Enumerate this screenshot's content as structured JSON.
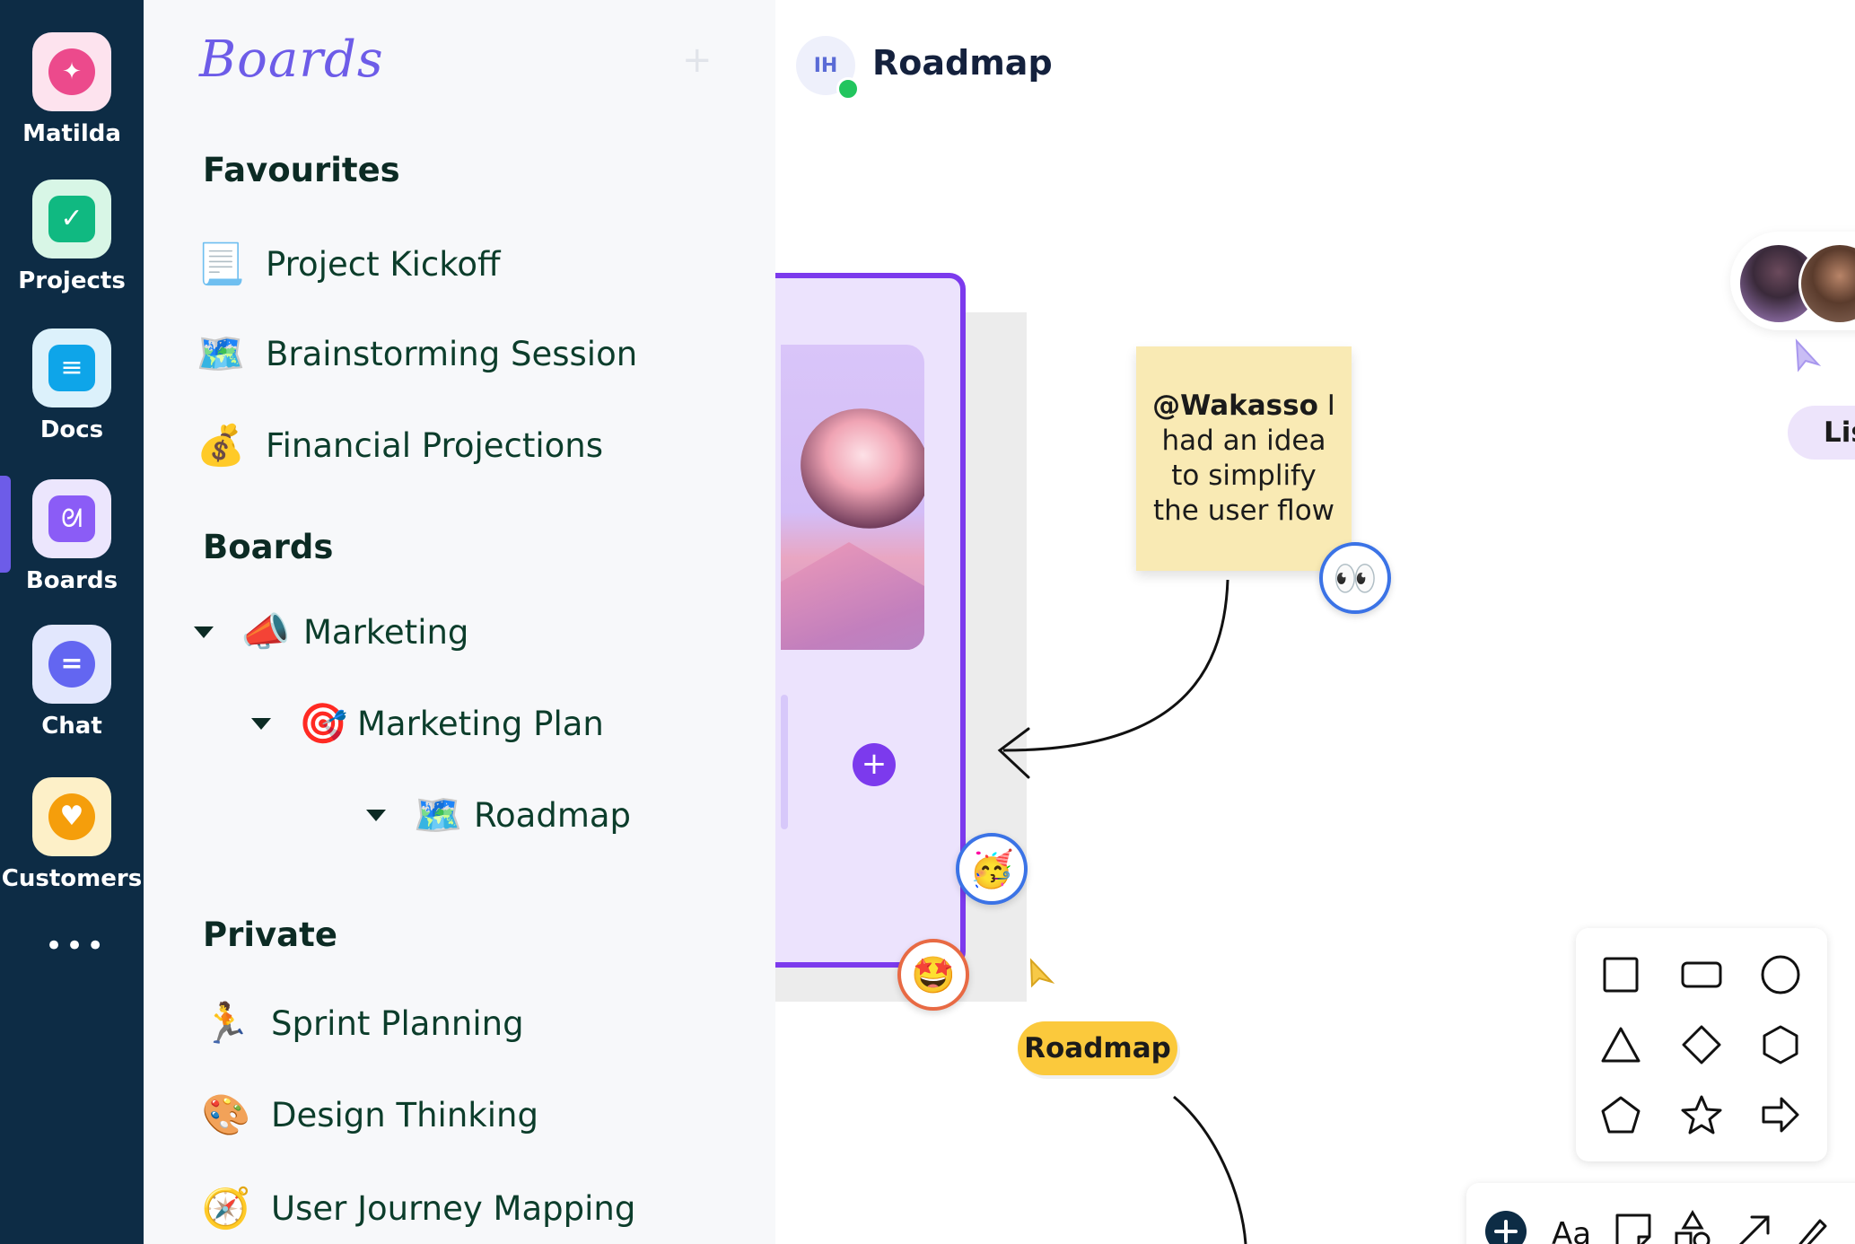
{
  "rail": {
    "items": [
      {
        "label": "Matilda",
        "tile": "#fde3ee",
        "dot": "#ec4a8c",
        "icon": "sparkles-icon",
        "glyph": "✦"
      },
      {
        "label": "Projects",
        "tile": "#d8f6e6",
        "dot": "#10b981",
        "icon": "checkmark-icon",
        "glyph": "✓"
      },
      {
        "label": "Docs",
        "tile": "#dcf1fb",
        "dot": "#0ea5e9",
        "icon": "doc-lines-icon",
        "glyph": "≡"
      },
      {
        "label": "Boards",
        "tile": "#ece6fd",
        "dot": "#8b5cf6",
        "icon": "boards-scribble-icon",
        "glyph": "ᘛ"
      },
      {
        "label": "Chat",
        "tile": "#e2e7fd",
        "dot": "#6366f1",
        "icon": "chat-bubble-icon",
        "glyph": "="
      },
      {
        "label": "Customers",
        "tile": "#fdf0c8",
        "dot": "#f59e0b",
        "icon": "heart-icon",
        "glyph": "♥"
      }
    ],
    "more": "•••"
  },
  "sidebar": {
    "title": "Boards",
    "add_glyph": "+",
    "favourites_heading": "Favourites",
    "favourites": [
      {
        "label": "Project Kickoff",
        "emoji": "📃"
      },
      {
        "label": "Brainstorming Session",
        "emoji": "🗺️"
      },
      {
        "label": "Financial Projections",
        "emoji": "💰"
      }
    ],
    "boards_heading": "Boards",
    "boards": [
      {
        "label": "Marketing",
        "emoji": "📣"
      },
      {
        "label": "Marketing Plan",
        "emoji": "🎯"
      },
      {
        "label": "Roadmap",
        "emoji": "🗺️"
      }
    ],
    "private_heading": "Private",
    "private": [
      {
        "label": "Sprint Planning",
        "emoji": "🏃"
      },
      {
        "label": "Design Thinking",
        "emoji": "🎨"
      },
      {
        "label": "User Journey Mapping",
        "emoji": "🧭"
      }
    ]
  },
  "canvas": {
    "header": {
      "initials": "IH",
      "title": "Roadmap"
    },
    "sticky": {
      "mention": "@Wakasso",
      "text": " I had an idea to simplify the user flow"
    },
    "reactions": {
      "eyes": "👀",
      "party": "🥳",
      "star_struck": "🤩"
    },
    "frame_add": "+",
    "roadmap_tag": "Roadmap",
    "list_pill": "Lis",
    "colors": {
      "accent": "#7c3aed",
      "sticky": "#f9eab4",
      "tag": "#fbc93c"
    }
  }
}
